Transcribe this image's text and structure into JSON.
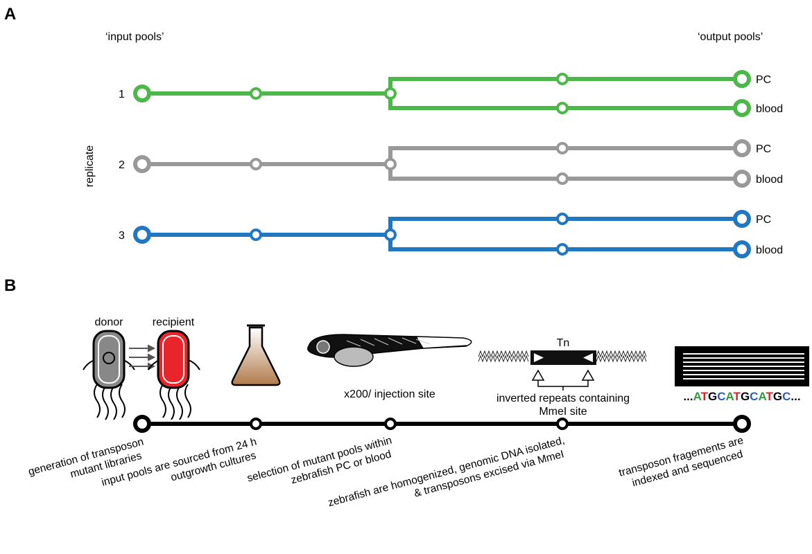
{
  "panel_a": {
    "letter": "A",
    "input_label": "‘input pools’",
    "output_label": "‘output pools’",
    "axis_label": "replicate",
    "colors": {
      "replicate_1": "#4cb84a",
      "replicate_2": "#999999",
      "replicate_3": "#1f78c1"
    },
    "replicates": [
      {
        "number": "1",
        "outputs": [
          "PC",
          "blood"
        ]
      },
      {
        "number": "2",
        "outputs": [
          "PC",
          "blood"
        ]
      },
      {
        "number": "3",
        "outputs": [
          "PC",
          "blood"
        ]
      }
    ]
  },
  "panel_b": {
    "letter": "B",
    "donor_label": "donor",
    "recipient_label": "recipient",
    "fish_caption": "x200/ injection site",
    "tn_label": "Tn",
    "repeat_caption_1": "inverted repeats containing",
    "repeat_caption_2": "MmeI site",
    "sequence": [
      {
        "t": "...",
        "c": "#000000"
      },
      {
        "t": "A",
        "c": "#2e9b3a"
      },
      {
        "t": "T",
        "c": "#e02020"
      },
      {
        "t": "G",
        "c": "#000000"
      },
      {
        "t": "C",
        "c": "#2a5fb5"
      },
      {
        "t": "A",
        "c": "#2e9b3a"
      },
      {
        "t": "T",
        "c": "#e02020"
      },
      {
        "t": "G",
        "c": "#000000"
      },
      {
        "t": "C",
        "c": "#2a5fb5"
      },
      {
        "t": "A",
        "c": "#2e9b3a"
      },
      {
        "t": "T",
        "c": "#e02020"
      },
      {
        "t": "G",
        "c": "#000000"
      },
      {
        "t": "C",
        "c": "#2a5fb5"
      },
      {
        "t": "...",
        "c": "#000000"
      }
    ],
    "steps": [
      {
        "lines": [
          "generation of transposon",
          "mutant libraries"
        ]
      },
      {
        "lines": [
          "input pools are sourced from 24 h",
          "outgrowth cultures"
        ]
      },
      {
        "lines": [
          "selection of mutant pools within",
          "zebrafish PC or blood"
        ]
      },
      {
        "lines": [
          "zebrafish are homogenized, genomic DNA isolated,",
          "& transposons excised via MmeI"
        ]
      },
      {
        "lines": [
          "transposon fragements are",
          "indexed and sequenced"
        ]
      }
    ],
    "colors": {
      "donor": "#888888",
      "recipient": "#e8252a",
      "culture": "#b07a4a"
    }
  }
}
